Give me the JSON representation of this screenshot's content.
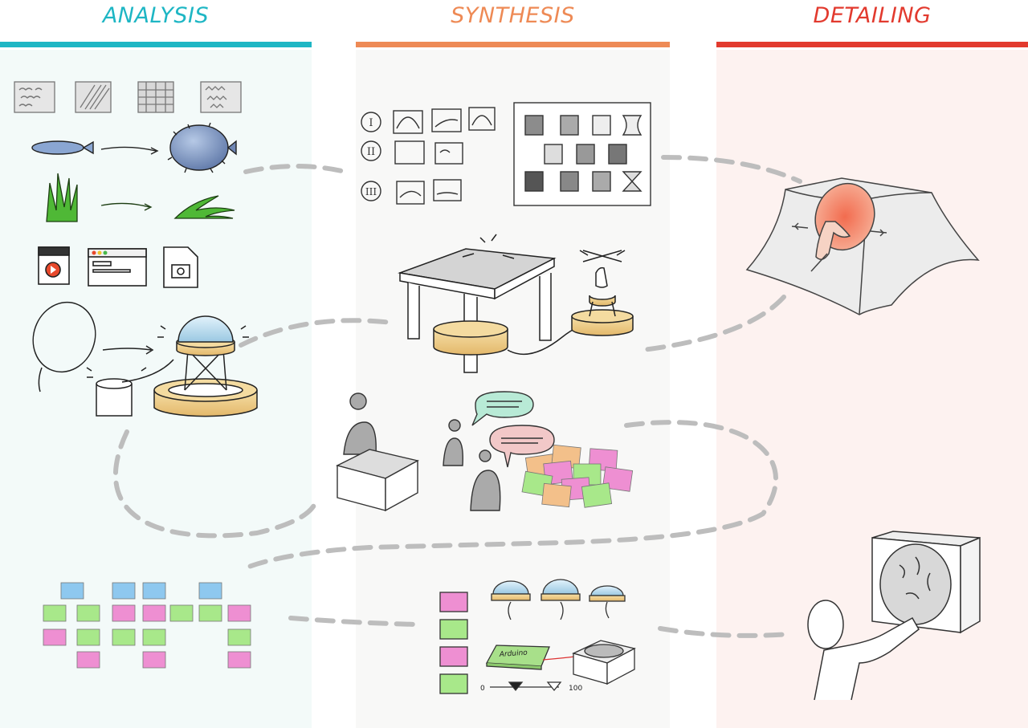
{
  "phases": [
    {
      "title": "ANALYSIS",
      "color": "#1eb6c4",
      "bg": "#f3faf9"
    },
    {
      "title": "SYNTHESIS",
      "color": "#ee8a55",
      "bg": "#f8f8f7"
    },
    {
      "title": "DETAILING",
      "color": "#e23a2e",
      "bg": "#fdf2f0"
    }
  ],
  "sticky_colors": {
    "blue": "#8ec8ef",
    "green": "#a8e88a",
    "pink": "#ee8fd2",
    "orange": "#f3c08a"
  },
  "roman_numerals": [
    "I",
    "II",
    "III"
  ],
  "arduino_label": "Arduino",
  "slider": {
    "min_label": "0",
    "max_label": "100"
  }
}
